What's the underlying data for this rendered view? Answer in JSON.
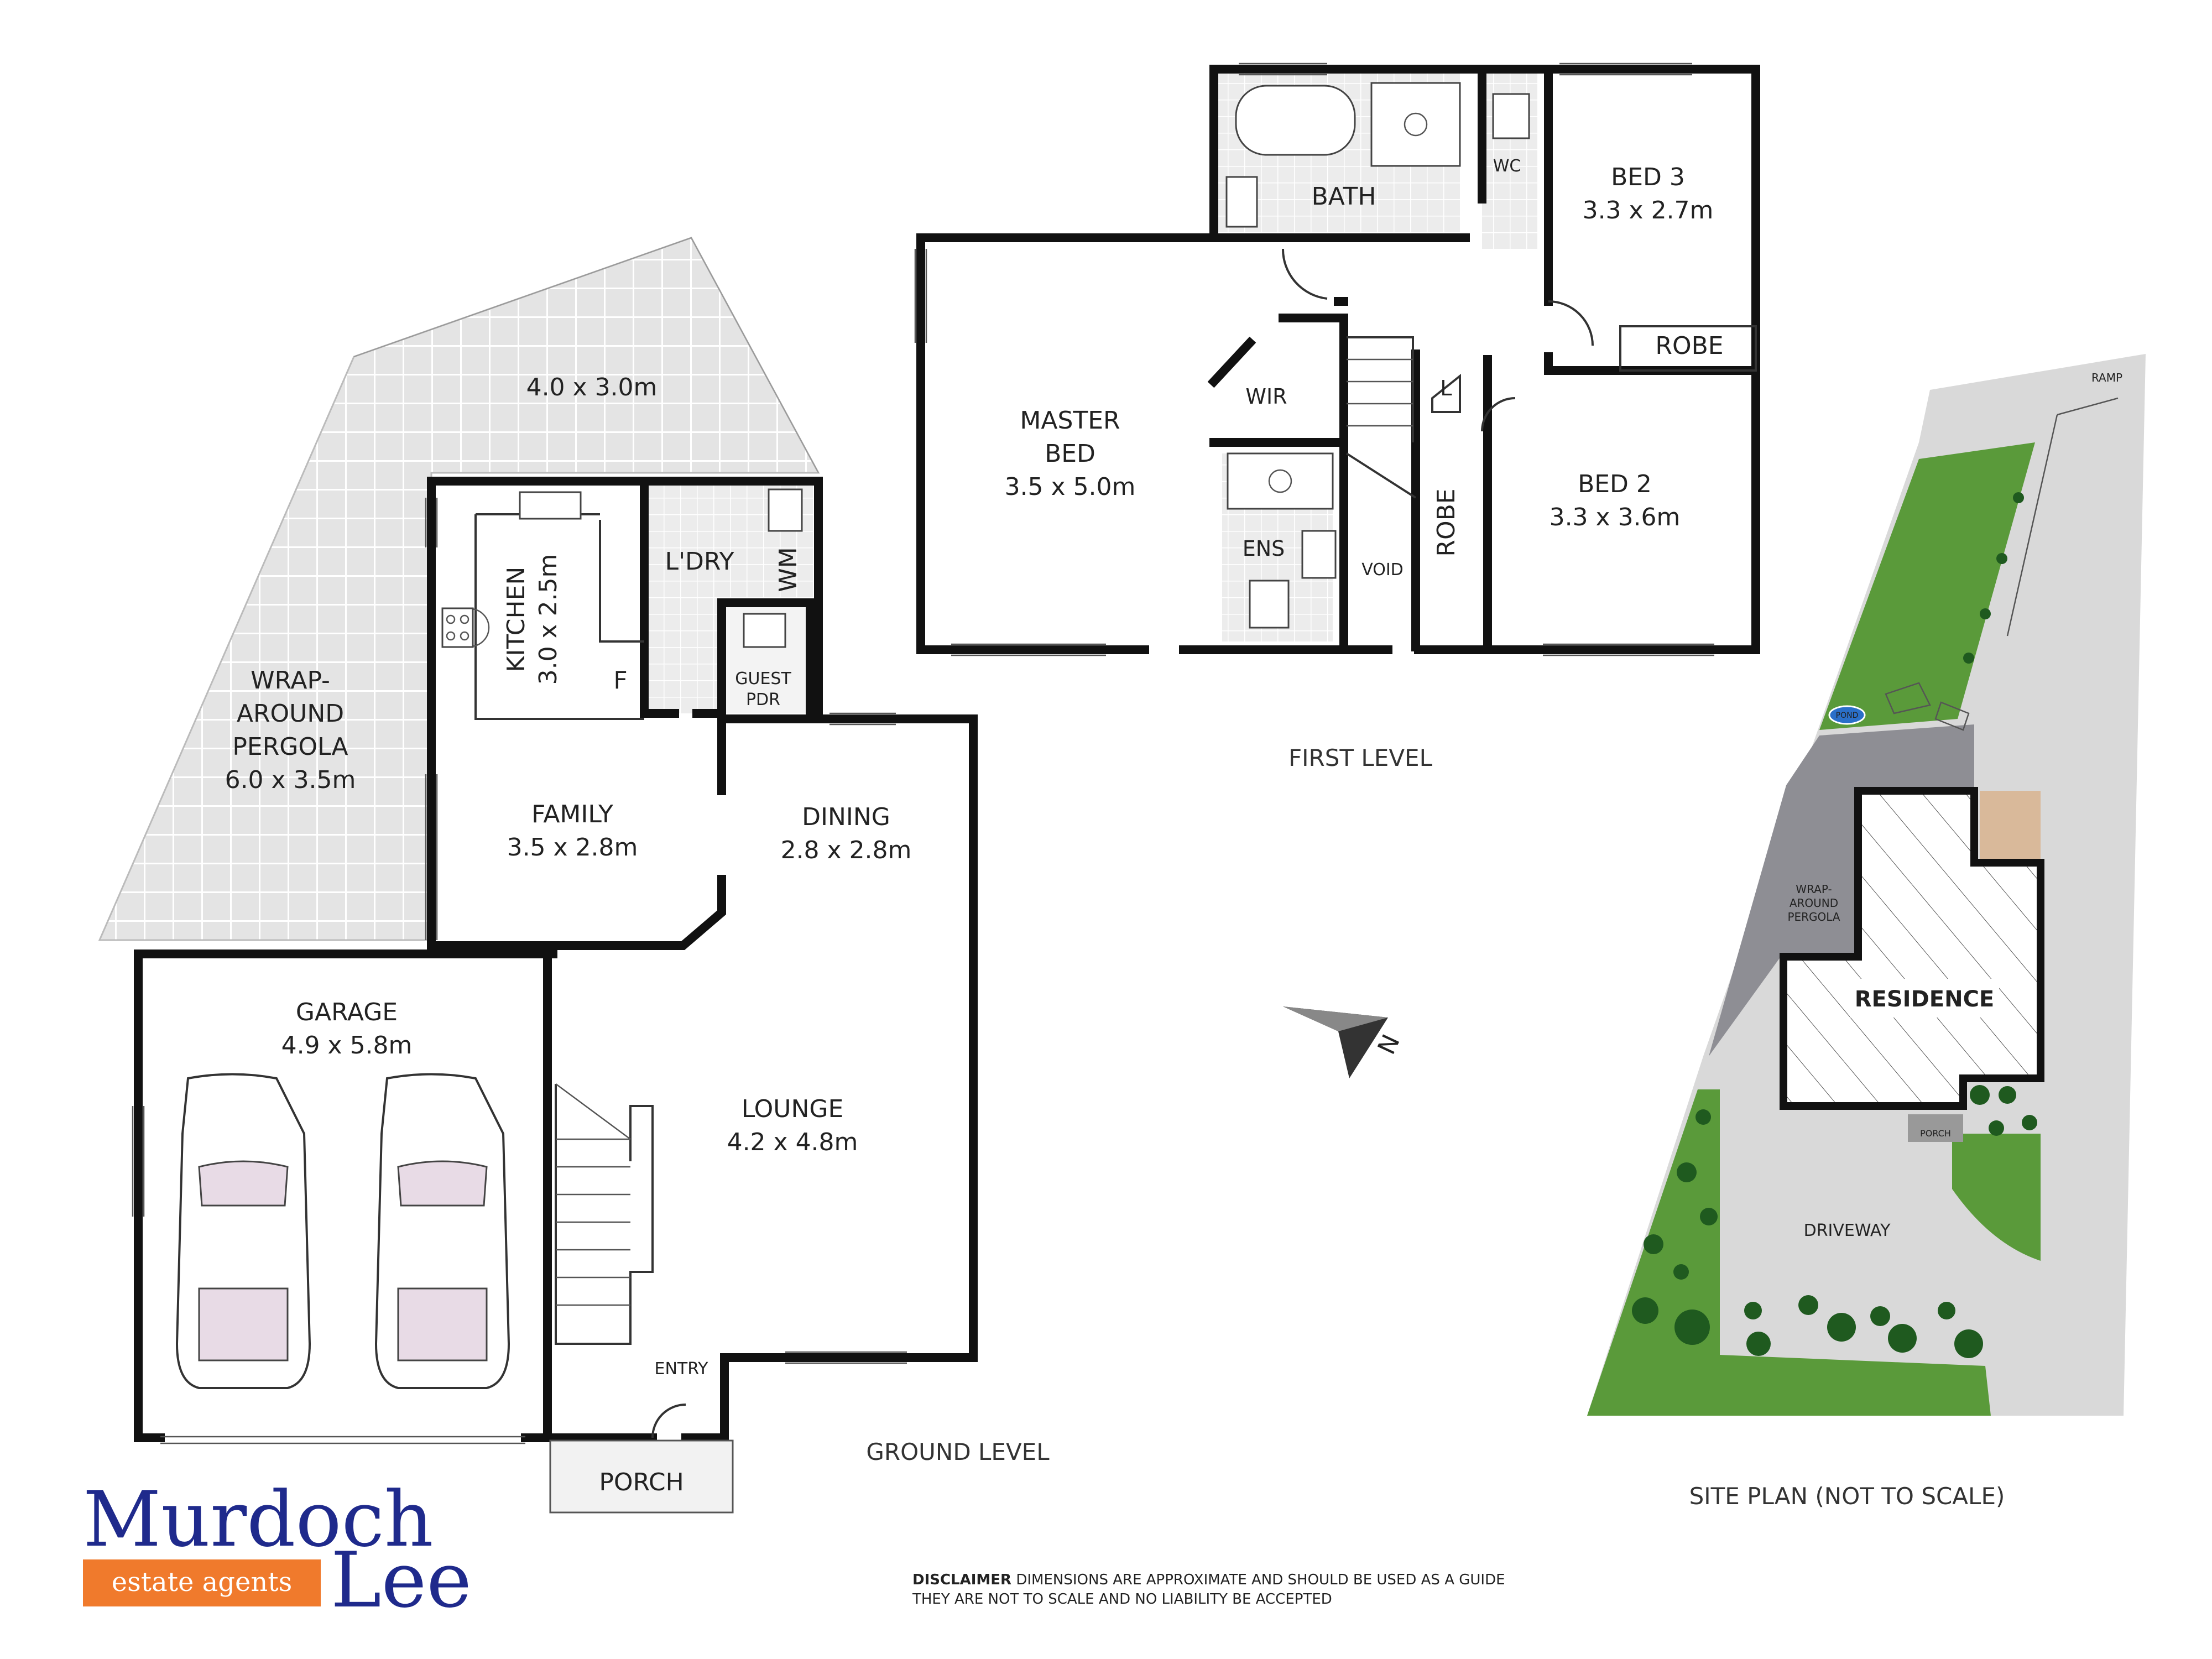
{
  "ground_level": {
    "caption": "GROUND LEVEL",
    "rooms": {
      "alfresco": {
        "name": "",
        "dims": "4.0 x 3.0m"
      },
      "pergola": {
        "name_line1": "WRAP-",
        "name_line2": "AROUND",
        "name_line3": "PERGOLA",
        "dims": "6.0 x 3.5m"
      },
      "kitchen": {
        "name": "KITCHEN",
        "dims": "3.0 x 2.5m"
      },
      "laundry": {
        "name": "L'DRY"
      },
      "wm": {
        "name": "WM"
      },
      "fridge": {
        "name": "F"
      },
      "guest_pdr": {
        "line1": "GUEST",
        "line2": "PDR"
      },
      "family": {
        "name": "FAMILY",
        "dims": "3.5 x 2.8m"
      },
      "dining": {
        "name": "DINING",
        "dims": "2.8 x 2.8m"
      },
      "garage": {
        "name": "GARAGE",
        "dims": "4.9 x 5.8m"
      },
      "lounge": {
        "name": "LOUNGE",
        "dims": "4.2 x 4.8m"
      },
      "entry": {
        "name": "ENTRY"
      },
      "porch": {
        "name": "PORCH"
      }
    }
  },
  "first_level": {
    "caption": "FIRST LEVEL",
    "rooms": {
      "bath": {
        "name": "BATH"
      },
      "wc": {
        "name": "WC"
      },
      "bed3": {
        "name": "BED 3",
        "dims": "3.3 x 2.7m"
      },
      "robe3": {
        "name": "ROBE"
      },
      "master": {
        "name_line1": "MASTER",
        "name_line2": "BED",
        "dims": "3.5 x 5.0m"
      },
      "wir": {
        "name": "WIR"
      },
      "linen": {
        "name": "L"
      },
      "ens": {
        "name": "ENS"
      },
      "void": {
        "name": "VOID"
      },
      "robe2": {
        "name": "ROBE"
      },
      "bed2": {
        "name": "BED 2",
        "dims": "3.3 x 3.6m"
      }
    }
  },
  "site_plan": {
    "caption": "SITE PLAN (NOT TO SCALE)",
    "labels": {
      "ramp": "RAMP",
      "pond": "POND",
      "pergola_line1": "WRAP-",
      "pergola_line2": "AROUND",
      "pergola_line3": "PERGOLA",
      "residence": "RESIDENCE",
      "porch": "PORCH",
      "driveway": "DRIVEWAY"
    },
    "colors": {
      "lawn": "#5a9a3a",
      "paving": "#d9d9d9",
      "pergola": "#8e8e94",
      "deck": "#d9b99a"
    }
  },
  "compass": {
    "label": "N"
  },
  "logo": {
    "line1": "Murdoch",
    "tag": "estate agents",
    "line2": "Lee",
    "colors": {
      "navy": "#1f2a8c",
      "orange": "#f07a2c"
    }
  },
  "disclaimer": {
    "bold": "DISCLAIMER",
    "line1_rest": " DIMENSIONS ARE APPROXIMATE AND SHOULD BE USED AS A GUIDE",
    "line2": "THEY ARE NOT TO SCALE AND NO LIABILITY BE ACCEPTED"
  }
}
